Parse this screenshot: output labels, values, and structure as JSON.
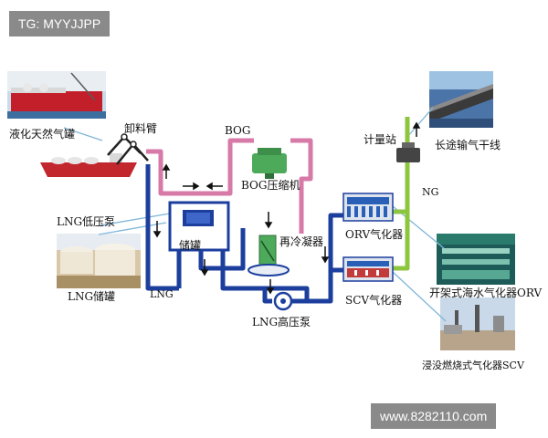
{
  "badges": {
    "top_left": "TG: MYYJJPP",
    "bottom_right": "www.8282110.com"
  },
  "labels": {
    "lng_tanker": "液化天然气罐",
    "unloading_arm": "卸料臂",
    "bog": "BOG",
    "bog_compressor": "BOG压缩机",
    "metering_station": "计量站",
    "long_pipeline": "长途输气干线",
    "ng": "NG",
    "lng_low_pump": "LNG低压泵",
    "storage_tank": "储罐",
    "recondenser": "再冷凝器",
    "orv": "ORV气化器",
    "lng_storage_tank": "LNG储罐",
    "lng": "LNG",
    "scv": "SCV气化器",
    "open_rack_orv": "开架式海水气化器ORV",
    "lng_high_pump": "LNG高压泵",
    "submerged_scv": "浸没燃烧式气化器SCV"
  },
  "colors": {
    "lng_line": "#1c3f9e",
    "bog_line": "#d77aa8",
    "ng_line": "#8cc63f",
    "equipment_green": "#4caa5a",
    "callout_line": "#7fb6d8"
  }
}
